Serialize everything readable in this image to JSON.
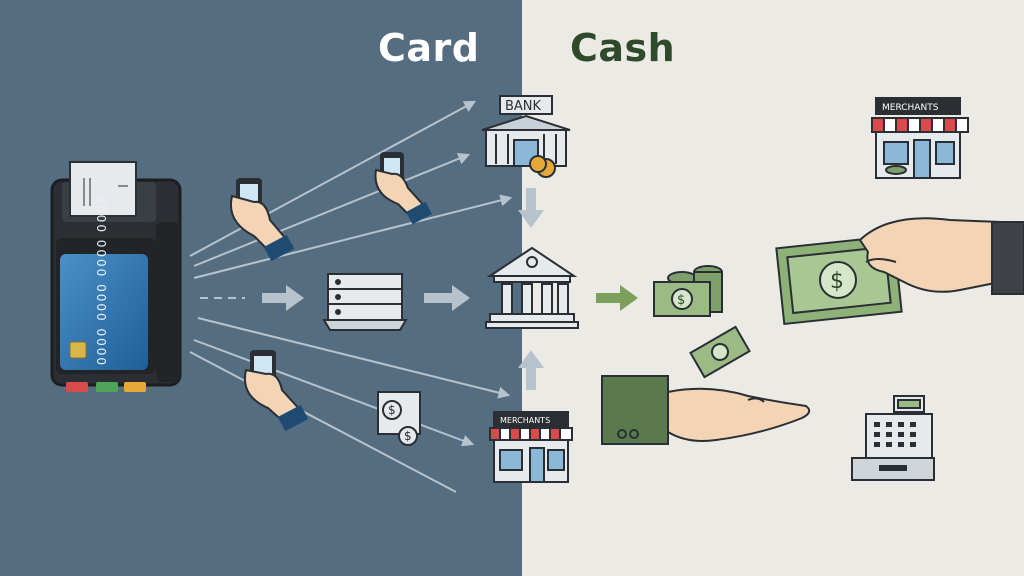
{
  "left": {
    "title": "Card",
    "bg": "#556d80"
  },
  "right": {
    "title": "Cash",
    "bg": "#eceae4"
  },
  "terminal": {
    "card_number": "0000 0000 0000 0000"
  },
  "labels": {
    "bank_sign": "BANK",
    "merchants_sign_left": "MERCHANTS",
    "merchants_sign_right": "MERCHANTS"
  },
  "colors": {
    "accent_green": "#2f4a2b",
    "money_green": "#7fa06b",
    "arrow_light": "#b7c3cc",
    "arrow_green": "#7aa05c",
    "ink": "#2a2f35",
    "skin": "#f3d4b5"
  }
}
